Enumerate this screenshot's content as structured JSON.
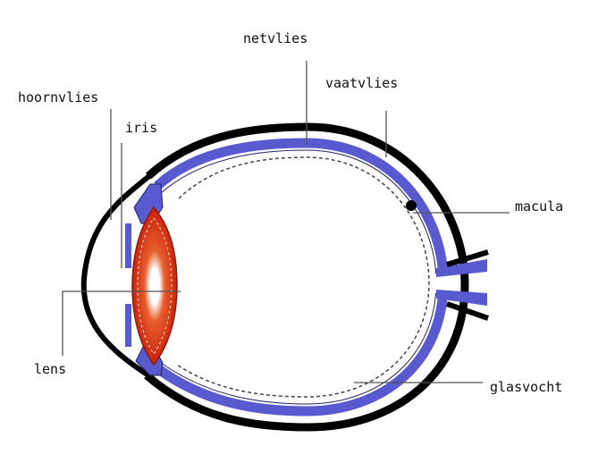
{
  "labels": {
    "netvlies": "netvlies",
    "vaatvlies": "vaatvlies",
    "hoornvlies": "hoornvlies",
    "iris": "iris",
    "macula": "macula",
    "lens": "lens",
    "glasvocht": "glasvocht"
  },
  "colors": {
    "outline": "#000000",
    "choroid": "#5a5ad0",
    "lens_red": "#d42a12",
    "lens_center": "#ffffff",
    "leader": "#555555"
  }
}
